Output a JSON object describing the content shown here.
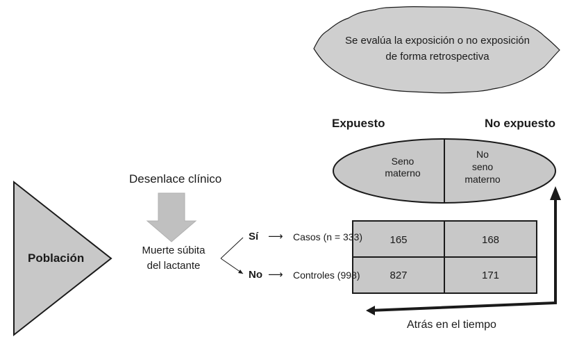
{
  "note": {
    "line1": "Se evalúa la exposición o no exposición",
    "line2": "de forma retrospectiva"
  },
  "headers": {
    "exposed": "Expuesto",
    "not_exposed": "No expuesto"
  },
  "ellipse": {
    "left_line1": "Seno",
    "left_line2": "materno",
    "right_line1": "No",
    "right_line2": "seno",
    "right_line3": "materno"
  },
  "population": "Población",
  "outcome_label": "Desenlace clínico",
  "event": {
    "line1": "Muerte súbita",
    "line2": "del lactante"
  },
  "branches": {
    "yes": "Sí",
    "no": "No",
    "arrow": "⟶"
  },
  "groups": {
    "cases": "Casos (n = 333)",
    "controls": "Controles (998)"
  },
  "table": [
    [
      "165",
      "168"
    ],
    [
      "827",
      "171"
    ]
  ],
  "back_in_time": "Atrás en el tiempo",
  "colors": {
    "fill": "#c8c8c8",
    "stroke": "#1a1a1a",
    "arrow_fill": "#c0c0c0"
  }
}
